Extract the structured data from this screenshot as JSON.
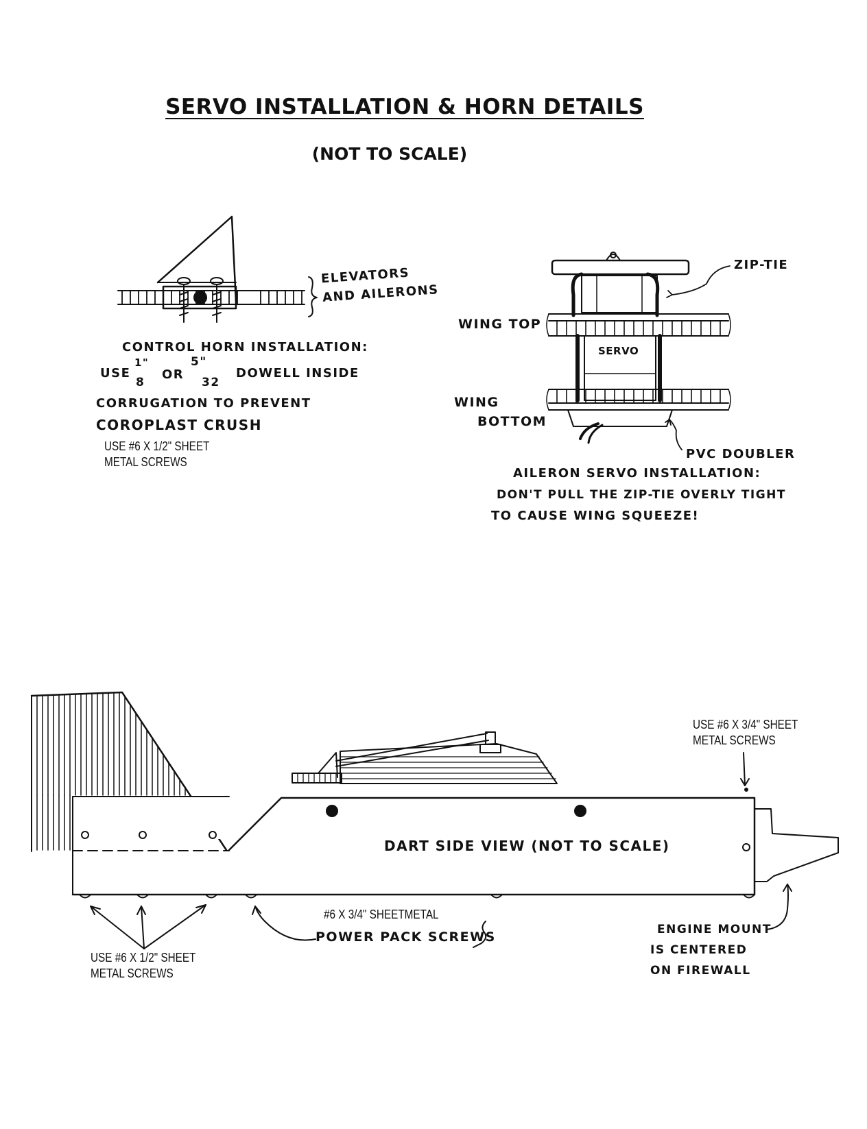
{
  "header": {
    "title": "SERVO INSTALLATION & HORN DETAILS",
    "subtitle": "(NOT TO SCALE)"
  },
  "control_horn": {
    "side_label": [
      "ELEVATORS",
      "AND AILERONS"
    ],
    "caption_line1": "CONTROL HORN INSTALLATION:",
    "caption_use": "USE",
    "frac1_num": "1\"",
    "frac1_den": "8",
    "caption_or": "OR",
    "frac2_num": "5\"",
    "frac2_den": "32",
    "caption_dowel": "DOWELL INSIDE",
    "caption_line3": "CORRUGATION TO PREVENT",
    "caption_line4": "COROPLAST CRUSH",
    "screw_note": [
      "USE #6 X 1/2\" SHEET",
      "METAL SCREWS"
    ]
  },
  "aileron_servo": {
    "zip_tie_label": "ZIP-TIE",
    "wing_top_label": "WING TOP",
    "servo_label": "SERVO",
    "wing_bottom_label": [
      "WING",
      "BOTTOM"
    ],
    "pvc_label": "PVC DOUBLER",
    "caption": [
      "AILERON SERVO INSTALLATION:",
      "DON'T PULL THE ZIP-TIE OVERLY TIGHT",
      "TO CAUSE WING SQUEEZE!"
    ]
  },
  "dart_side_view": {
    "center_label": "DART SIDE VIEW (NOT TO SCALE)",
    "top_right_screws": [
      "USE #6 X 3/4\" SHEET",
      "METAL SCREWS"
    ],
    "power_pack_screws": [
      "#6 X 3/4\" SHEETMETAL",
      "POWER PACK SCREWS"
    ],
    "bottom_left_screws": [
      "USE #6 X 1/2\" SHEET",
      "METAL SCREWS"
    ],
    "engine_mount": [
      "ENGINE MOUNT",
      "IS CENTERED",
      "ON FIREWALL"
    ]
  }
}
